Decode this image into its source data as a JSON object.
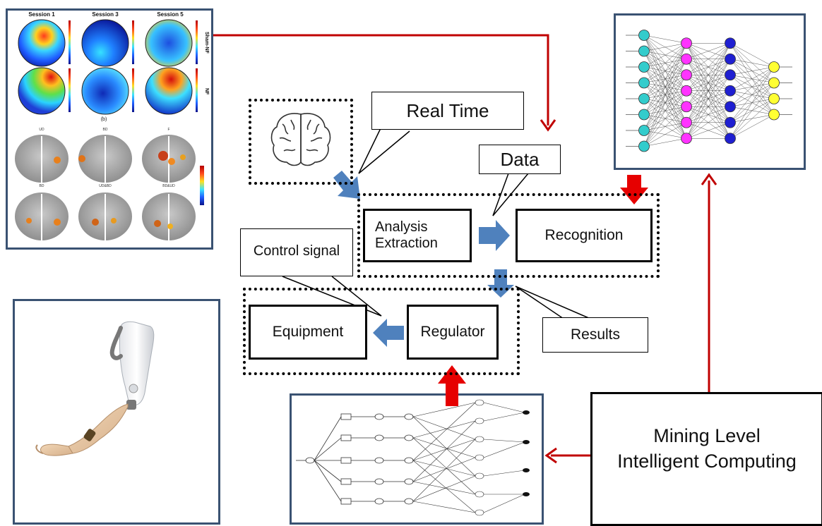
{
  "eeg_panel": {
    "session_labels": [
      "Session 1",
      "Session 3",
      "Session 5"
    ],
    "row_labels": [
      "Sham-NF",
      "NF"
    ],
    "subfigure_label": "(b)",
    "brain_labels": [
      "UD",
      "BD",
      "F",
      "BD",
      "UD&BD",
      "BD&UD"
    ]
  },
  "flow": {
    "real_time_callout": "Real Time",
    "data_callout": "Data",
    "analysis_line1": "Analysis",
    "analysis_line2": "Extraction",
    "recognition": "Recognition",
    "control_signal_callout": "Control signal",
    "equipment": "Equipment",
    "regulator": "Regulator",
    "results_callout": "Results"
  },
  "computing": {
    "line1": "Mining Level",
    "line2": "Intelligent Computing"
  },
  "colors": {
    "red_connector": "#c00000",
    "blue_arrow": "#4f81bd",
    "panel_border": "#3a5272",
    "input_nodes": "#33cccc",
    "hidden1_nodes": "#ff33ff",
    "hidden2_nodes": "#1f1fd1",
    "output_nodes": "#ffff33"
  }
}
